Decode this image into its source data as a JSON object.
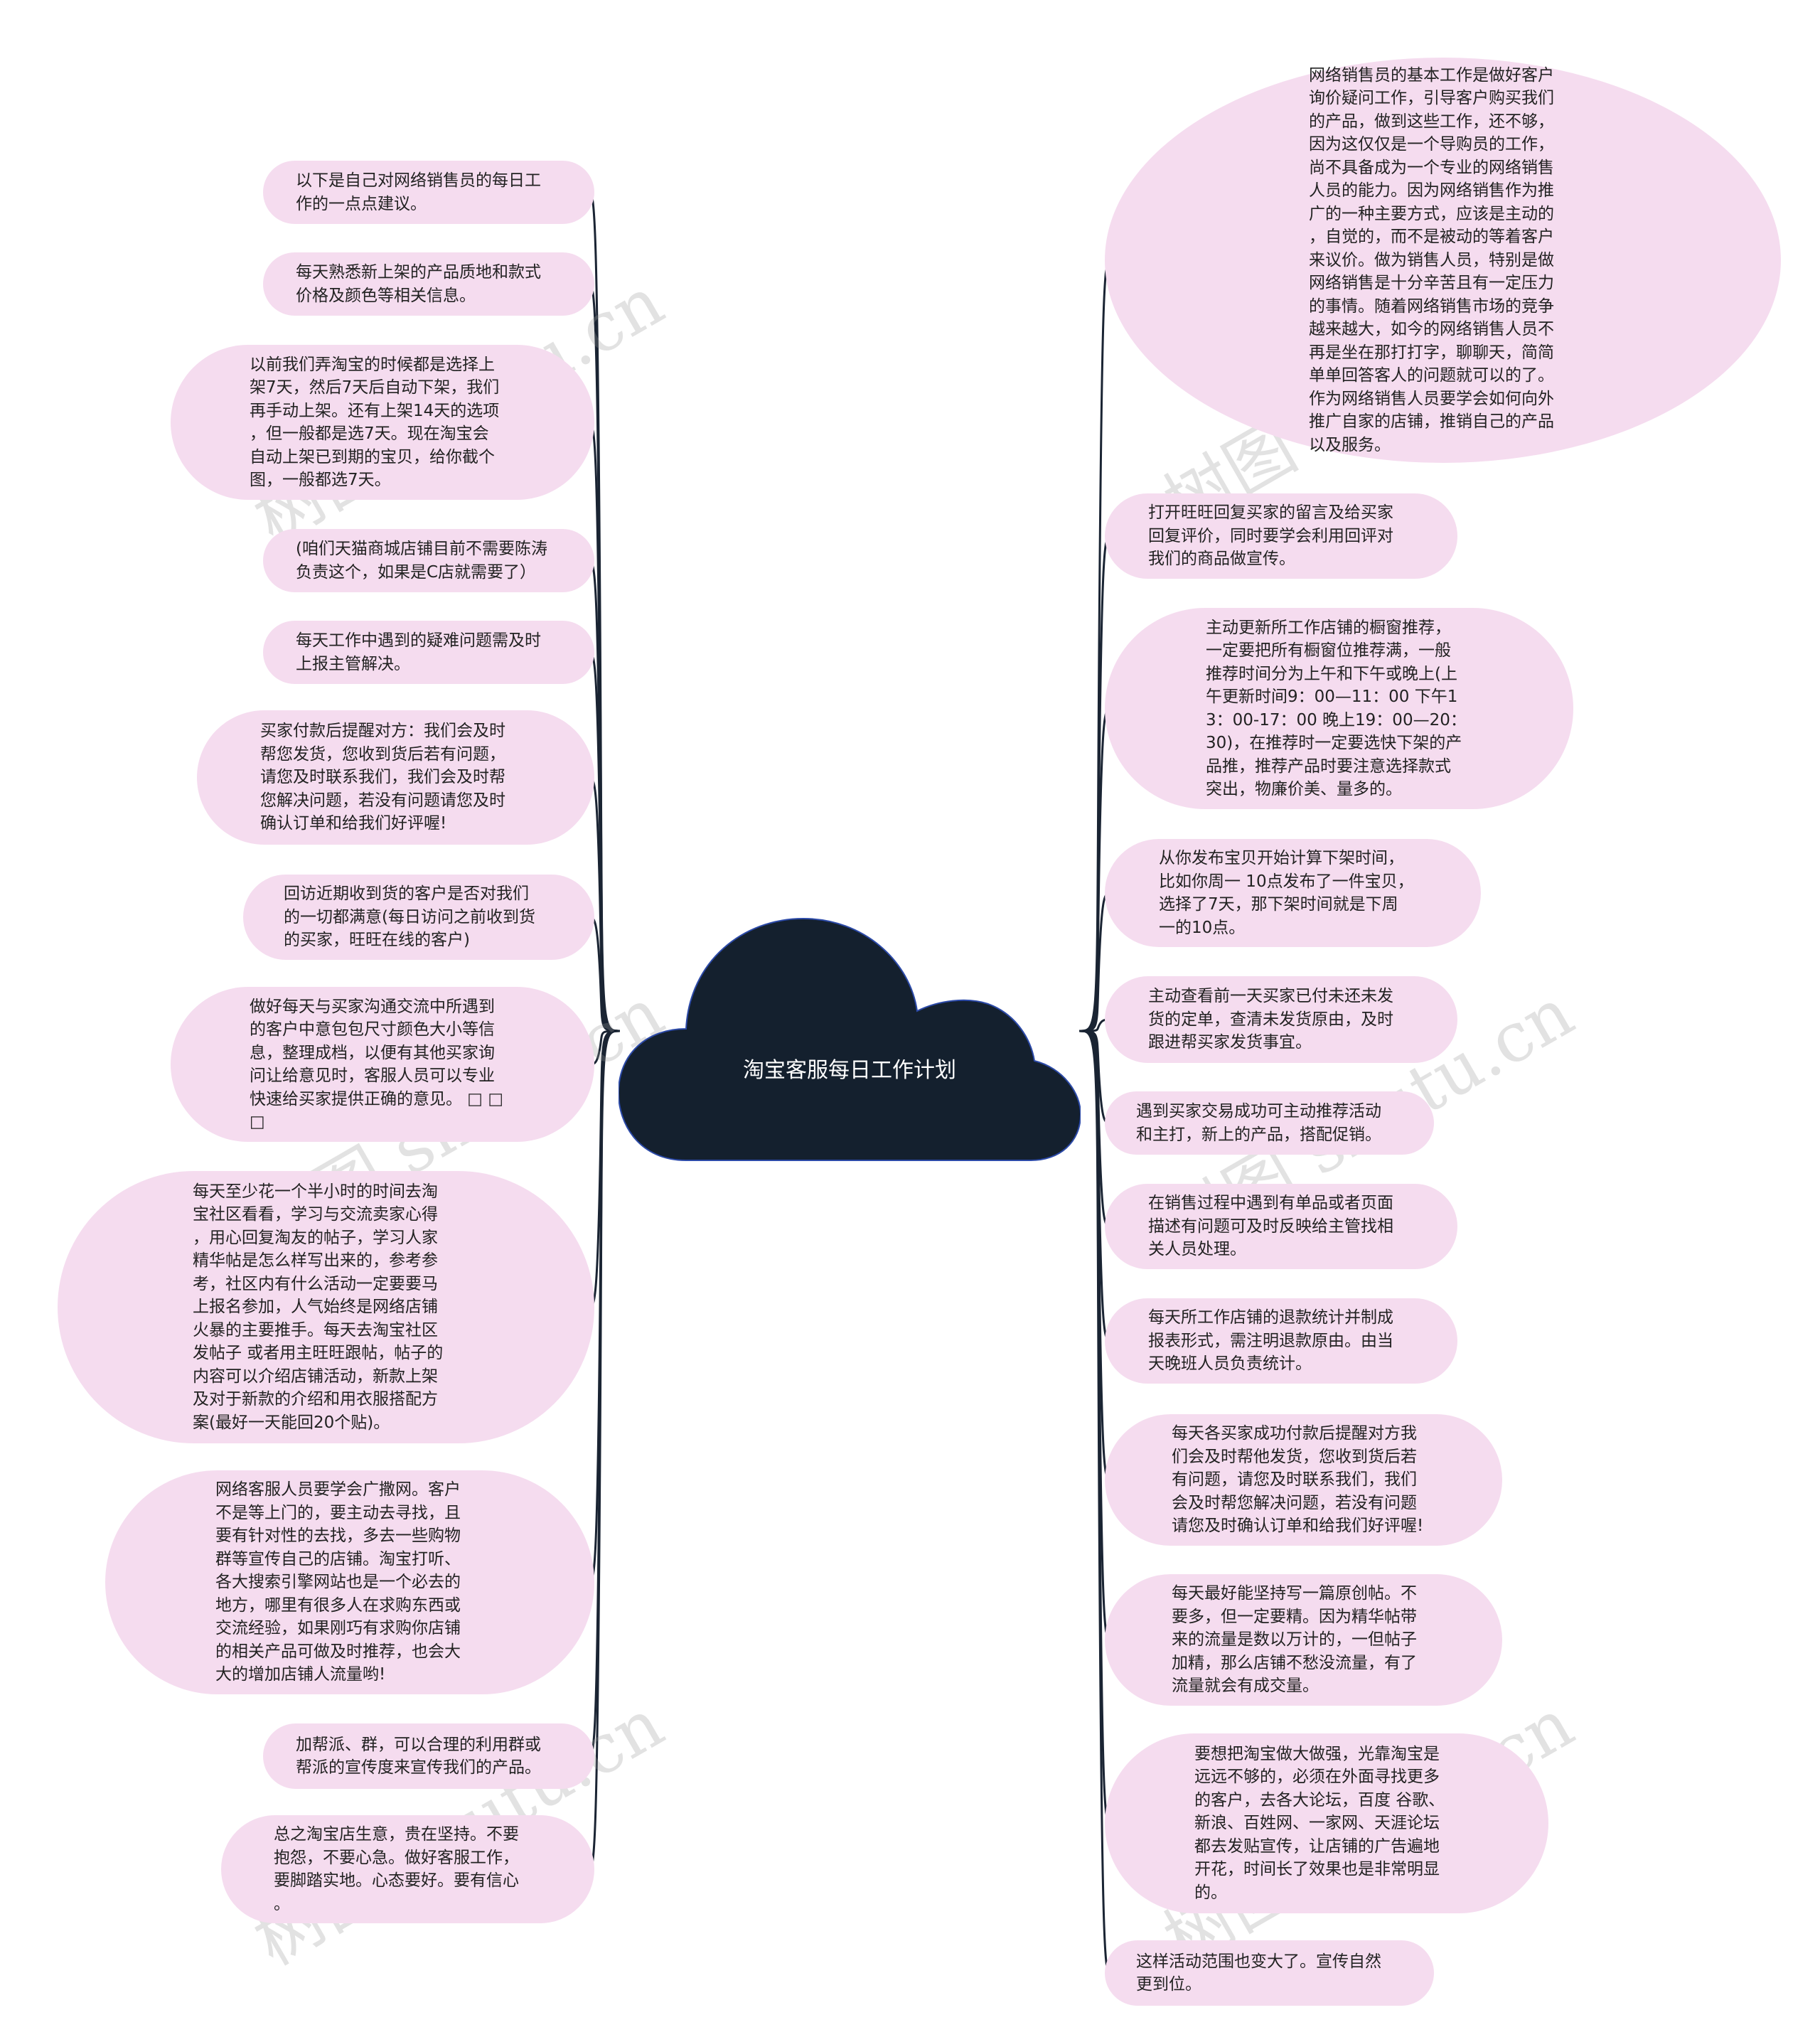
{
  "center": {
    "title": "淘宝客服每日工作计划"
  },
  "colors": {
    "node_fill": "#f5dcef",
    "center_fill": "#14202e",
    "line": "#1a2433"
  },
  "watermark": "树图 shutu.cn",
  "left_nodes": [
    {
      "text": "以下是自己对网络销售员的每日工\n作的一点点建议。"
    },
    {
      "text": "每天熟悉新上架的产品质地和款式\n价格及颜色等相关信息。"
    },
    {
      "text": "以前我们弄淘宝的时候都是选择上\n架7天，然后7天后自动下架，我们\n再手动上架。还有上架14天的选项\n，但一般都是选7天。现在淘宝会\n自动上架已到期的宝贝，给你截个\n图，一般都选7天。"
    },
    {
      "text": "(咱们天猫商城店铺目前不需要陈涛\n负责这个，如果是C店就需要了）"
    },
    {
      "text": "每天工作中遇到的疑难问题需及时\n上报主管解决。"
    },
    {
      "text": "买家付款后提醒对方：我们会及时\n帮您发货，您收到货后若有问题，\n请您及时联系我们，我们会及时帮\n您解决问题，若没有问题请您及时\n确认订单和给我们好评喔!"
    },
    {
      "text": "回访近期收到货的客户是否对我们\n的一切都满意(每日访问之前收到货\n的买家，旺旺在线的客户)"
    },
    {
      "text": "做好每天与买家沟通交流中所遇到\n的客户中意包包尺寸颜色大小等信\n息，整理成档，以便有其他买家询\n问让给意见时，客服人员可以专业\n快速给买家提供正确的意见。 □ □\n□"
    },
    {
      "text": "每天至少花一个半小时的时间去淘\n宝社区看看，学习与交流卖家心得\n，用心回复淘友的帖子，学习人家\n精华帖是怎么样写出来的，参考参\n考，社区内有什么活动一定要要马\n上报名参加，人气始终是网络店铺\n火暴的主要推手。每天去淘宝社区\n发帖子 或者用主旺旺跟帖，帖子的\n内容可以介绍店铺活动，新款上架\n及对于新款的介绍和用衣服搭配方\n案(最好一天能回20个贴)。"
    },
    {
      "text": "网络客服人员要学会广撒网。客户\n不是等上门的，要主动去寻找，且\n要有针对性的去找，多去一些购物\n群等宣传自己的店铺。淘宝打听、\n各大搜索引擎网站也是一个必去的\n地方，哪里有很多人在求购东西或\n交流经验，如果刚巧有求购你店铺\n的相关产品可做及时推荐，也会大\n大的增加店铺人流量哟!"
    },
    {
      "text": "加帮派、群，可以合理的利用群或\n帮派的宣传度来宣传我们的产品。"
    },
    {
      "text": "总之淘宝店生意，贵在坚持。不要\n抱怨，不要心急。做好客服工作，\n要脚踏实地。心态要好。要有信心\n。"
    }
  ],
  "right_nodes": [
    {
      "text": "网络销售员的基本工作是做好客户\n询价疑问工作，引导客户购买我们\n的产品，做到这些工作，还不够，\n因为这仅仅是一个导购员的工作，\n尚不具备成为一个专业的网络销售\n人员的能力。因为网络销售作为推\n广的一种主要方式，应该是主动的\n，自觉的，而不是被动的等着客户\n来议价。做为销售人员，特别是做\n网络销售是十分辛苦且有一定压力\n的事情。随着网络销售市场的竞争\n越来越大，如今的网络销售人员不\n再是坐在那打打字，聊聊天，简简\n单单回答客人的问题就可以的了。\n作为网络销售人员要学会如何向外\n推广自家的店铺，推销自己的产品\n以及服务。"
    },
    {
      "text": "打开旺旺回复买家的留言及给买家\n回复评价，同时要学会利用回评对\n我们的商品做宣传。"
    },
    {
      "text": "主动更新所工作店铺的橱窗推荐，\n一定要把所有橱窗位推荐满，一般\n推荐时间分为上午和下午或晚上(上\n午更新时间9：00—11：00 下午1\n3：00-17：00 晚上19：00—20：\n30)，在推荐时一定要选快下架的产\n品推，推荐产品时要注意选择款式\n突出，物廉价美、量多的。"
    },
    {
      "text": "从你发布宝贝开始计算下架时间，\n比如你周一 10点发布了一件宝贝，\n选择了7天，那下架时间就是下周\n一的10点。"
    },
    {
      "text": "主动查看前一天买家已付未还未发\n货的定单，查清未发货原由，及时\n跟进帮买家发货事宜。"
    },
    {
      "text": "遇到买家交易成功可主动推荐活动\n和主打，新上的产品，搭配促销。"
    },
    {
      "text": "在销售过程中遇到有单品或者页面\n描述有问题可及时反映给主管找相\n关人员处理。"
    },
    {
      "text": "每天所工作店铺的退款统计并制成\n报表形式，需注明退款原由。由当\n天晚班人员负责统计。"
    },
    {
      "text": "每天各买家成功付款后提醒对方我\n们会及时帮他发货，您收到货后若\n有问题，请您及时联系我们，我们\n会及时帮您解决问题，若没有问题\n请您及时确认订单和给我们好评喔!"
    },
    {
      "text": "每天最好能坚持写一篇原创帖。不\n要多，但一定要精。因为精华帖带\n来的流量是数以万计的，一但帖子\n加精，那么店铺不愁没流量，有了\n流量就会有成交量。"
    },
    {
      "text": "要想把淘宝做大做强，光靠淘宝是\n远远不够的，必须在外面寻找更多\n的客户，去各大论坛，百度 谷歌、\n新浪、百姓网、一家网、天涯论坛\n都去发贴宣传，让店铺的广告遍地\n开花，时间长了效果也是非常明显\n的。"
    },
    {
      "text": "这样活动范围也变大了。宣传自然\n更到位。"
    }
  ]
}
